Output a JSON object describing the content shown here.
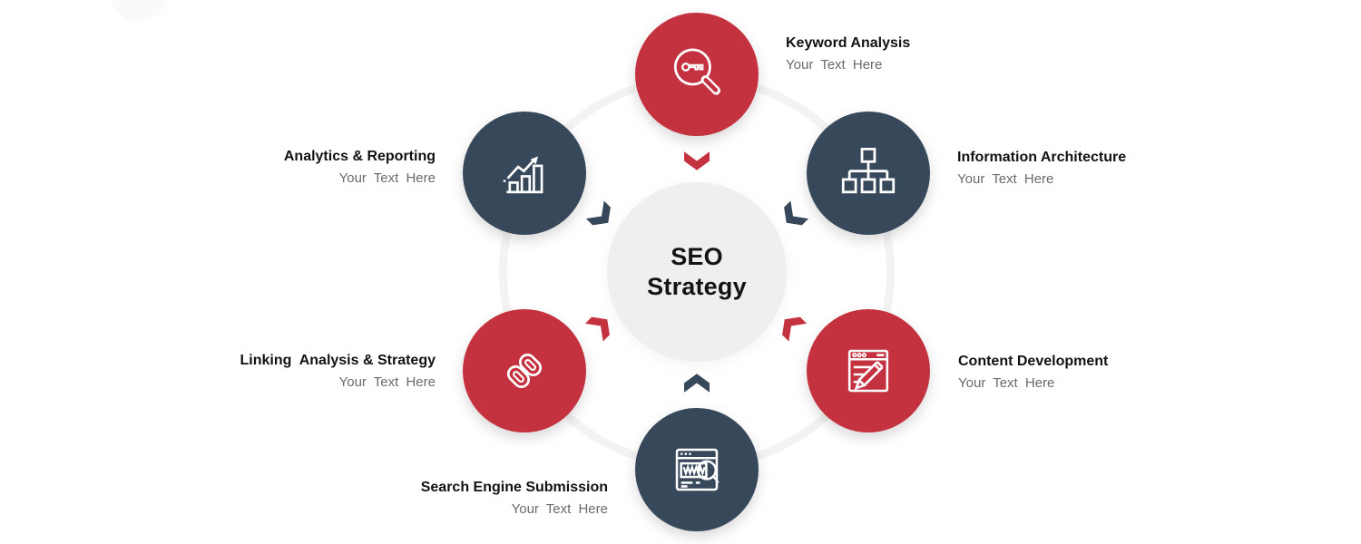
{
  "colors": {
    "red": "#c43240",
    "slate": "#37485b",
    "center_bg": "#efefef",
    "ring": "#f3f3f3",
    "label": "#121212",
    "sublabel": "#6a6a6a",
    "bg": "#ffffff"
  },
  "center": {
    "line1": "SEO",
    "line2": "Strategy"
  },
  "nodes": [
    {
      "id": "keyword-analysis",
      "label": "Keyword Analysis",
      "sublabel": "Your Text Here",
      "color": "red",
      "icon": "magnifier-key-icon",
      "position": "top"
    },
    {
      "id": "information-architecture",
      "label": "Information Architecture",
      "sublabel": "Your Text Here",
      "color": "slate",
      "icon": "sitemap-icon",
      "position": "top-right"
    },
    {
      "id": "content-development",
      "label": "Content Development",
      "sublabel": "Your Text Here",
      "color": "red",
      "icon": "document-pencil-icon",
      "position": "bottom-right"
    },
    {
      "id": "search-engine-submission",
      "label": "Search Engine Submission",
      "sublabel": "Your Text Here",
      "color": "slate",
      "icon": "browser-www-search-icon",
      "position": "bottom"
    },
    {
      "id": "linking-analysis-strategy",
      "label": "Linking  Analysis & Strategy",
      "sublabel": "Your Text Here",
      "color": "red",
      "icon": "chain-link-icon",
      "position": "bottom-left"
    },
    {
      "id": "analytics-reporting",
      "label": "Analytics & Reporting",
      "sublabel": "Your Text Here",
      "color": "slate",
      "icon": "bar-chart-trend-icon",
      "position": "top-left"
    }
  ]
}
